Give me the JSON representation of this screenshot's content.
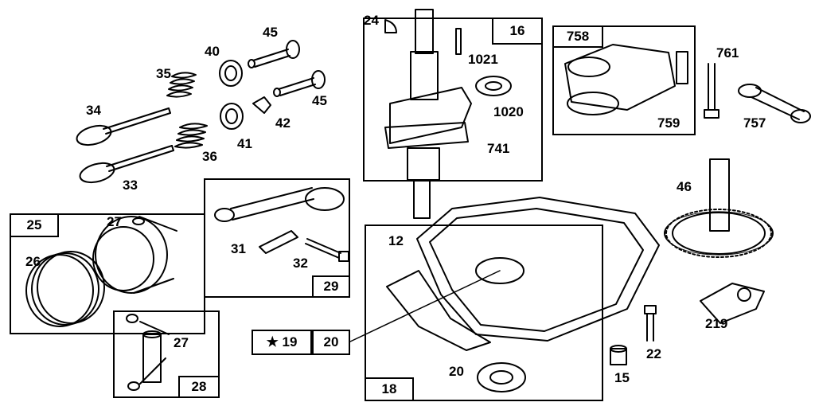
{
  "parts": {
    "p24": "24",
    "p16": "16",
    "p1021": "1021",
    "p1020": "1020",
    "p741": "741",
    "p758": "758",
    "p761": "761",
    "p759": "759",
    "p757": "757",
    "p45a": "45",
    "p40": "40",
    "p35": "35",
    "p45b": "45",
    "p34": "34",
    "p42": "42",
    "p41": "41",
    "p36": "36",
    "p33": "33",
    "p46": "46",
    "p25": "25",
    "p27a": "27",
    "p26": "26",
    "p31": "31",
    "p32": "32",
    "p29": "29",
    "p12": "12",
    "p19": "★ 19",
    "p20a": "20",
    "p20b": "20",
    "p18": "18",
    "p15": "15",
    "p22": "22",
    "p219": "219",
    "p27b": "27",
    "p28": "28"
  },
  "colors": {
    "line": "#000000",
    "background": "#ffffff"
  }
}
